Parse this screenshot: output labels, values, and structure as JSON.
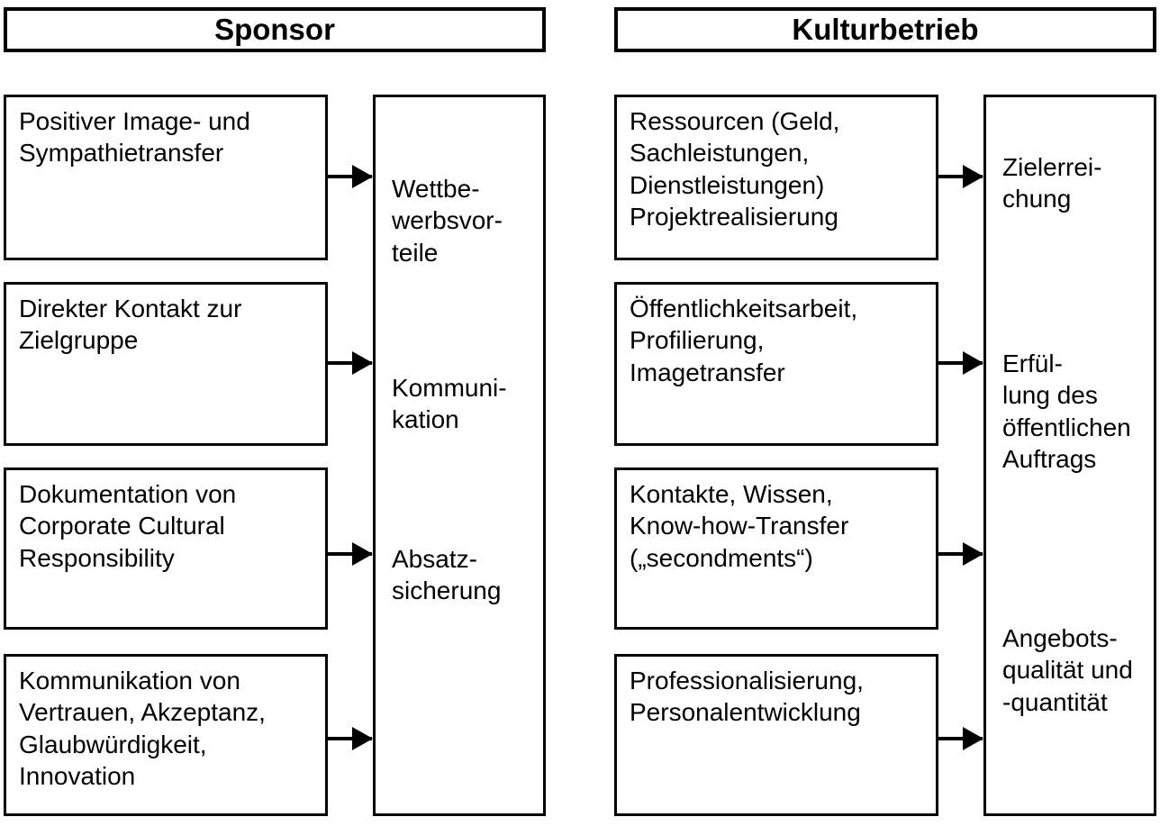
{
  "diagram": {
    "title": "Sponsor / Kulturbetrieb Nutzenmatrix",
    "columns": [
      {
        "id": "sponsor",
        "header": "Sponsor",
        "sources": [
          {
            "text": "Positiver Image- und\nSympathietransfer"
          },
          {
            "text": "Direkter Kontakt zur\nZielgruppe"
          },
          {
            "text": "Dokumentation von\nCorporate Cultural\nResponsibility"
          },
          {
            "text": "Kommunikation von\nVertrauen, Akzeptanz,\nGlaubwürdigkeit,\nInnovation"
          }
        ],
        "outcomes": [
          {
            "text": "Wettbe-\nwerbsvor-\nteile"
          },
          {
            "text": "Kommuni-\nkation"
          },
          {
            "text": "Absatz-\nsicherung"
          }
        ]
      },
      {
        "id": "kulturbetrieb",
        "header": "Kulturbetrieb",
        "sources": [
          {
            "text": "Ressourcen (Geld,\nSachleistungen,\nDienstleistungen)\nProjektrealisierung"
          },
          {
            "text": "Öffentlichkeitsarbeit,\nProfilierung,\nImagetransfer"
          },
          {
            "text": "Kontakte, Wissen,\nKnow-how-Transfer\n(„secondments“)"
          },
          {
            "text": "Professionalisierung,\nPersonalentwicklung"
          }
        ],
        "outcomes": [
          {
            "text": "Zielerrei-\nchung"
          },
          {
            "text": "Erfül-\nlung des\nöffentlichen\nAuftrags"
          },
          {
            "text": "Angebots-\nqualität und\n-quantität"
          }
        ]
      }
    ],
    "arrow_icon": "arrow-right-icon",
    "colors": {
      "stroke": "#000000",
      "fill": "#ffffff",
      "text": "#000000"
    }
  }
}
